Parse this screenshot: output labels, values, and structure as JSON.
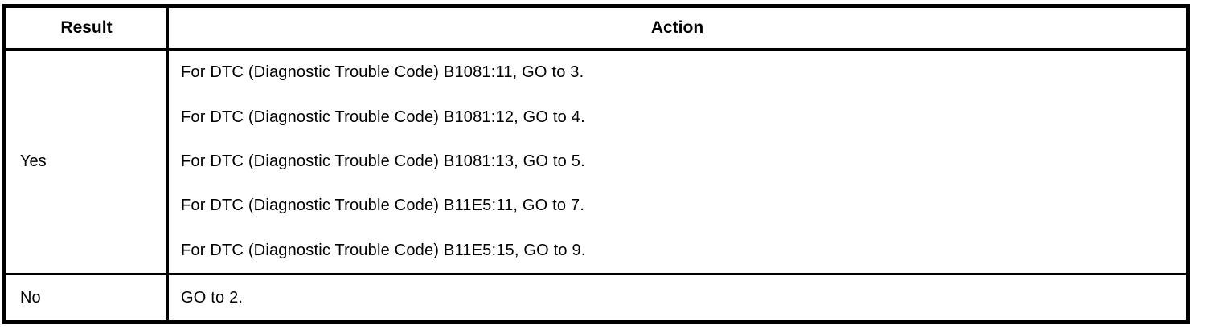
{
  "table": {
    "header": {
      "result": "Result",
      "action": "Action"
    },
    "rows": [
      {
        "result": "Yes",
        "actions": [
          "For DTC (Diagnostic Trouble Code) B1081:11, GO to 3.",
          "For DTC (Diagnostic Trouble Code) B1081:12, GO to 4.",
          "For DTC (Diagnostic Trouble Code) B1081:13, GO to 5.",
          "For DTC (Diagnostic Trouble Code) B11E5:11, GO to 7.",
          "For DTC (Diagnostic Trouble Code) B11E5:15, GO to 9."
        ]
      },
      {
        "result": "No",
        "actions": [
          "GO to 2."
        ]
      }
    ],
    "colors": {
      "border": "#000000",
      "background": "#ffffff",
      "text": "#000000"
    }
  }
}
